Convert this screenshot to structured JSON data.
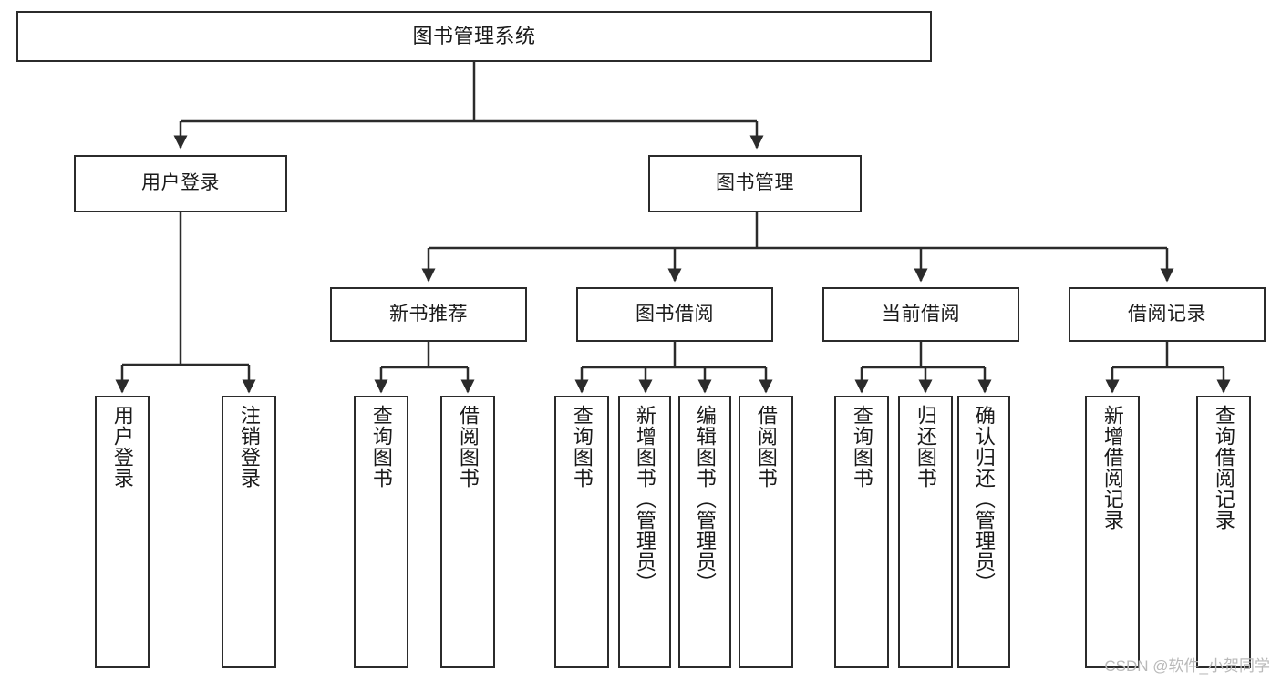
{
  "diagram": {
    "title": "图书管理系统",
    "type": "tree",
    "watermark": "CSDN @软件_小贺同学",
    "colors": {
      "box_border": "#2b2b2b",
      "box_fill": "#ffffff",
      "edge": "#2b2b2b",
      "text": "#1a1a1a",
      "watermark": "#b9b9b9"
    },
    "root": {
      "label": "图书管理系统"
    },
    "level2": [
      {
        "label": "用户登录"
      },
      {
        "label": "图书管理"
      }
    ],
    "level3": [
      {
        "label": "新书推荐"
      },
      {
        "label": "图书借阅"
      },
      {
        "label": "当前借阅"
      },
      {
        "label": "借阅记录"
      }
    ],
    "leaves": {
      "user_login": [
        {
          "label": "用户登录"
        },
        {
          "label": "注销登录"
        }
      ],
      "new_book": [
        {
          "label": "查询图书"
        },
        {
          "label": "借阅图书"
        }
      ],
      "book_borrow": [
        {
          "label": "查询图书"
        },
        {
          "label": "新增图书（管理员）"
        },
        {
          "label": "编辑图书（管理员）"
        },
        {
          "label": "借阅图书"
        }
      ],
      "current_borrow": [
        {
          "label": "查询图书"
        },
        {
          "label": "归还图书"
        },
        {
          "label": "确认归还（管理员）"
        }
      ],
      "borrow_record": [
        {
          "label": "新增借阅记录"
        },
        {
          "label": "查询借阅记录"
        }
      ]
    }
  }
}
